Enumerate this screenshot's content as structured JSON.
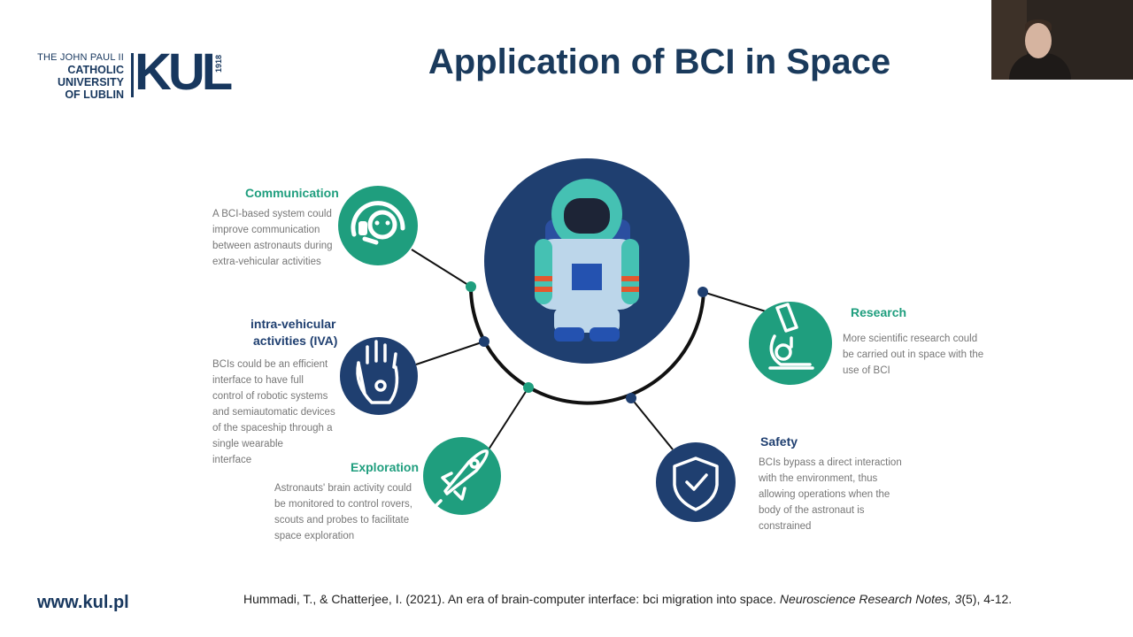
{
  "logo": {
    "line1": "THE JOHN PAUL II",
    "line2": "CATHOLIC",
    "line3": "UNIVERSITY",
    "line4": "OF LUBLIN",
    "mark": "KUL",
    "year": "1918"
  },
  "slide_title": "Application of BCI in Space",
  "sections": {
    "communication": {
      "heading": "Communication",
      "text": [
        "A BCI-based system could",
        "improve communication",
        "between astronauts during",
        "extra-vehicular activities"
      ]
    },
    "iva": {
      "heading1": "intra-vehicular",
      "heading2": "activities (IVA)",
      "text": [
        "BCIs could be an efficient",
        "interface to have full",
        "control of robotic systems",
        "and semiautomatic devices",
        "of the spaceship through a",
        "single wearable",
        "interface"
      ]
    },
    "exploration": {
      "heading": "Exploration",
      "text": [
        "Astronauts' brain activity could",
        "be monitored to control rovers,",
        "scouts and probes to facilitate",
        "space exploration"
      ]
    },
    "research": {
      "heading": "Research",
      "text": [
        "More scientific research could",
        "be carried out in space with the",
        "use of BCI"
      ]
    },
    "safety": {
      "heading": "Safety",
      "text": [
        "BCIs bypass a direct interaction",
        "with the environment, thus",
        "allowing operations when the",
        "body of the astronaut is",
        "constrained"
      ]
    }
  },
  "icons": {
    "center": "astronaut-icon",
    "communication": "headset-icon",
    "iva": "hand-icon",
    "exploration": "rocket-icon",
    "research": "microscope-icon",
    "safety": "shield-check-icon"
  },
  "colors": {
    "teal": "#1f9e7e",
    "navy": "#1f3f70",
    "title": "#1a3a5c"
  },
  "footer": {
    "url": "www.kul.pl",
    "citation_main": "Hummadi, T., & Chatterjee, I. (2021). An era of brain-computer interface: bci migration into space. ",
    "citation_journal": "Neuroscience Research Notes, 3",
    "citation_tail": "(5), 4-12."
  }
}
